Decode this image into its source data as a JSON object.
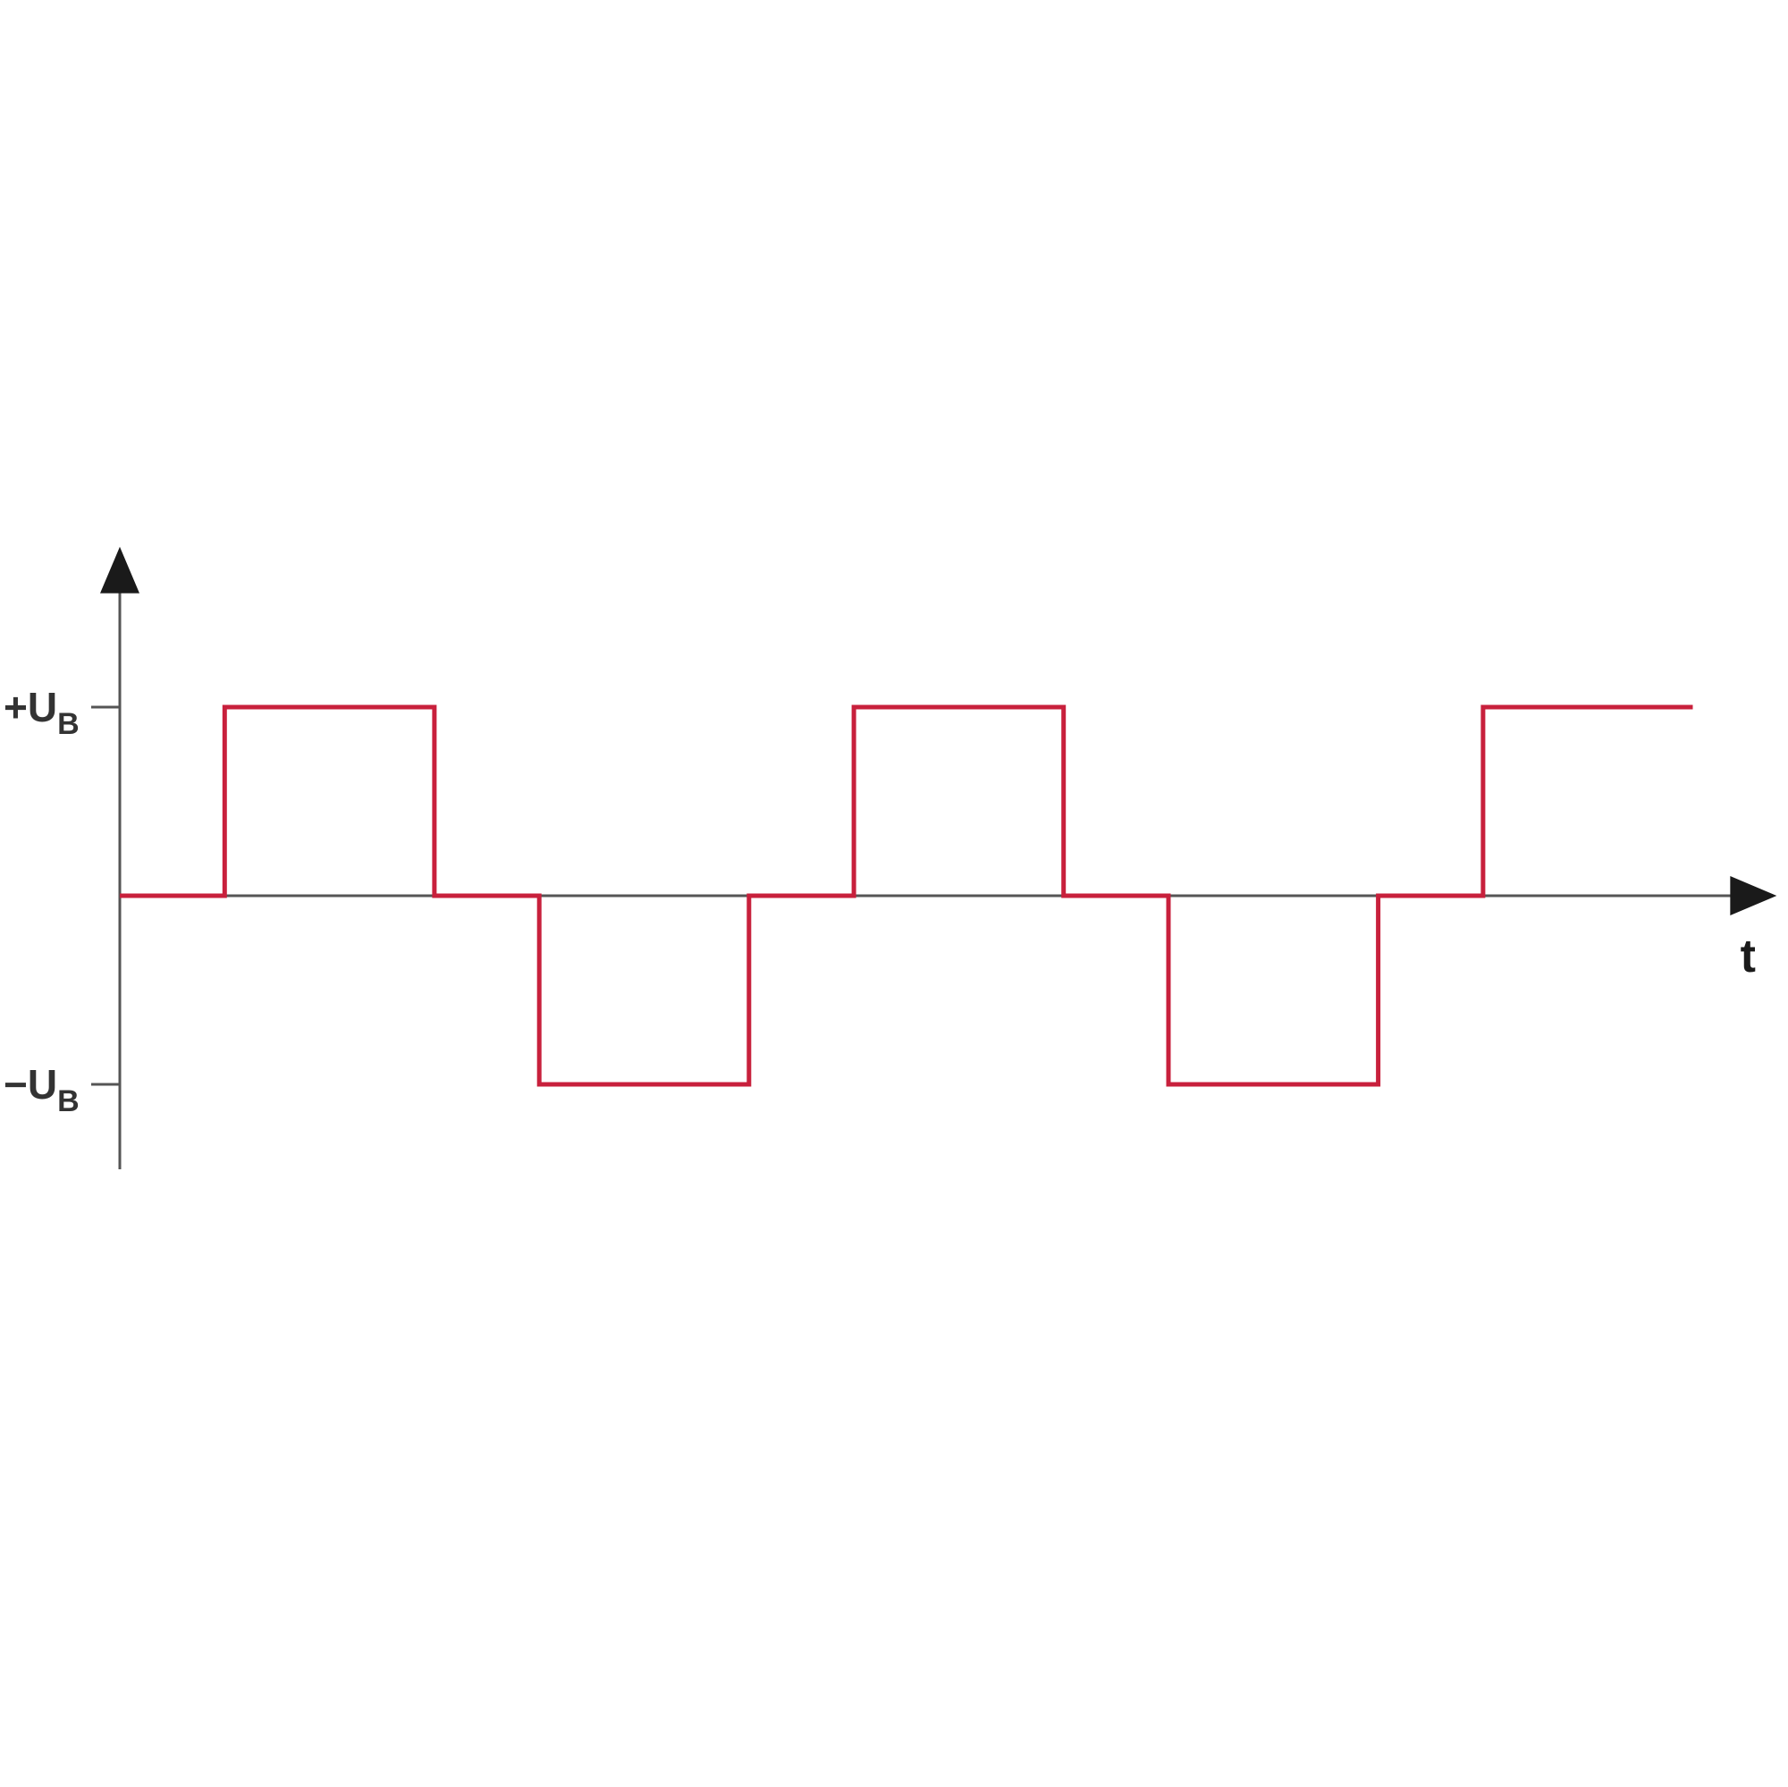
{
  "chart_data": {
    "type": "line",
    "step": true,
    "x": [
      0,
      1,
      1,
      3,
      3,
      4,
      4,
      6,
      6,
      7,
      7,
      9,
      9,
      10,
      10,
      12,
      12,
      13,
      13,
      15
    ],
    "y": [
      0,
      0,
      1,
      1,
      0,
      0,
      -1,
      -1,
      0,
      0,
      1,
      1,
      0,
      0,
      -1,
      -1,
      0,
      0,
      1,
      1
    ],
    "xlim": [
      0,
      15.8
    ],
    "ylim": [
      -1.45,
      1.85
    ],
    "xlabel": "t",
    "ylabel": "",
    "y_ticks": [
      {
        "value": 1,
        "sign": "+",
        "symbol": "U",
        "subscript": "B"
      },
      {
        "value": -1,
        "sign": "−",
        "symbol": "U",
        "subscript": "B"
      }
    ],
    "grid": false,
    "colors": {
      "signal": "#c8203c",
      "axis": "#555555",
      "arrow": "#1a1a1a"
    }
  }
}
